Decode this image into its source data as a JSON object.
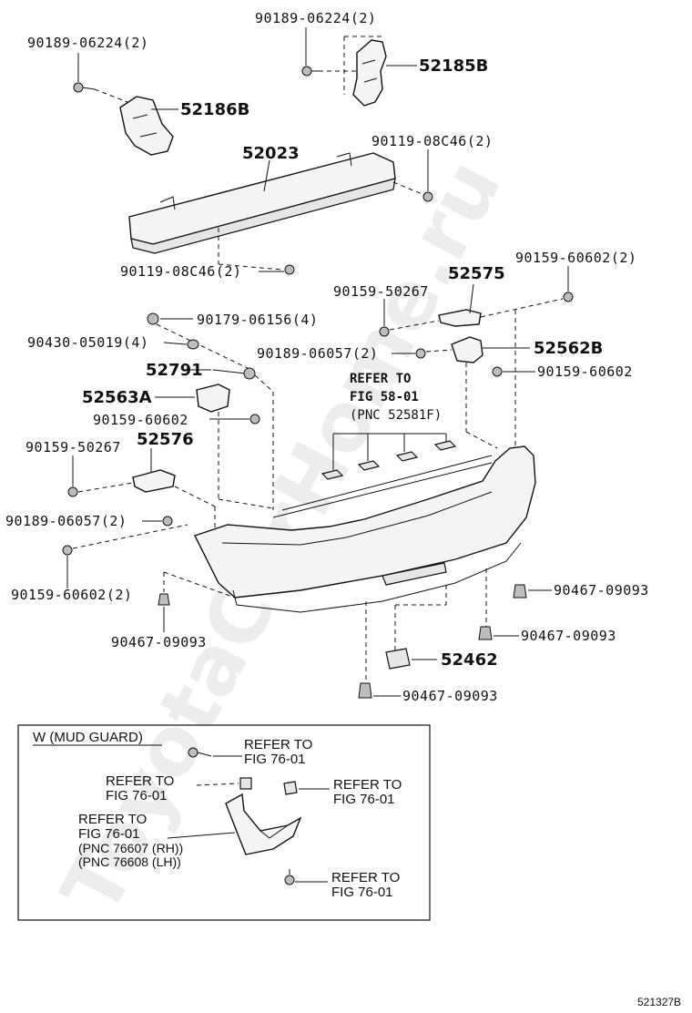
{
  "watermark": "ToyotaCarHome.ru",
  "diagram_code": "521327B",
  "parts": {
    "p52185B": "52185B",
    "p52186B": "52186B",
    "p52023": "52023",
    "p52575": "52575",
    "p52562B": "52562B",
    "p52791": "52791",
    "p52563A": "52563A",
    "p52576": "52576",
    "p52462": "52462"
  },
  "fasteners": {
    "f_90189_06224_top": "90189-06224(2)",
    "f_90189_06224_left": "90189-06224(2)",
    "f_90119_08C46_right": "90119-08C46(2)",
    "f_90119_08C46_bottom": "90119-08C46(2)",
    "f_90159_60602_2_top": "90159-60602(2)",
    "f_90159_50267_top": "90159-50267",
    "f_90179_06156": "90179-06156(4)",
    "f_90430_05019": "90430-05019(4)",
    "f_90189_06057_mid": "90189-06057(2)",
    "f_90159_60602_right": "90159-60602",
    "f_90159_60602_left": "90159-60602",
    "f_90159_50267_left": "90159-50267",
    "f_90189_06057_left": "90189-06057(2)",
    "f_90159_60602_2_bottom": "90159-60602(2)",
    "f_90467_09093_left": "90467-09093",
    "f_90467_09093_r1": "90467-09093",
    "f_90467_09093_r2": "90467-09093",
    "f_90467_09093_bottom": "90467-09093"
  },
  "refer_fig58": {
    "line1": "REFER TO",
    "line2": "FIG 58-01",
    "line3": "(PNC 52581F)"
  },
  "mud_guard_box": {
    "title": "W (MUD GUARD)",
    "ref1_line1": "REFER TO",
    "ref1_line2": "FIG 76-01",
    "ref2_line1": "REFER TO",
    "ref2_line2": "FIG 76-01",
    "ref3_line1": "REFER TO",
    "ref3_line2": "FIG 76-01",
    "ref4_line1": "REFER TO",
    "ref4_line2": "FIG 76-01",
    "ref4_line3": "(PNC 76607 (RH))",
    "ref4_line4": "(PNC 76608 (LH))",
    "ref5_line1": "REFER TO",
    "ref5_line2": "FIG 76-01"
  }
}
